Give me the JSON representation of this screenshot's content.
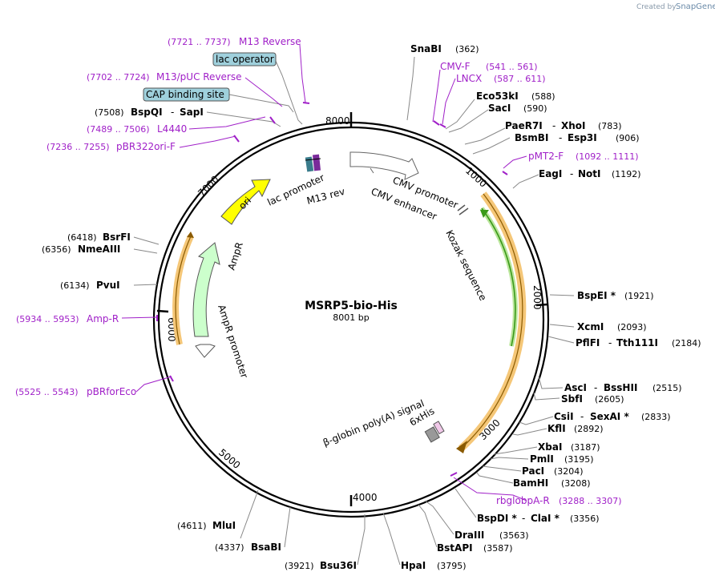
{
  "watermark": {
    "prefix": "Created by",
    "brand": "SnapGene"
  },
  "plasmid": {
    "name": "MSRP5-bio-His",
    "length": "8001 bp"
  },
  "ticks": {
    "t1000": "1000",
    "t2000": "2000",
    "t3000": "3000",
    "t4000": "4000",
    "t5000": "5000",
    "t6000": "6000",
    "t7000": "7000",
    "t8000": "8000"
  },
  "sites": {
    "snabi": {
      "name": "SnaBI",
      "pos": "(362)"
    },
    "eco53ki": {
      "name": "Eco53kI",
      "pos": "(588)"
    },
    "saci": {
      "name": "SacI",
      "pos": "(590)"
    },
    "paer7i": {
      "name": "PaeR7I",
      "sep": "-",
      "name2": "XhoI",
      "pos": "(783)"
    },
    "bsmbi": {
      "name": "BsmBI",
      "sep": "-",
      "name2": "Esp3I",
      "pos": "(906)"
    },
    "eagi": {
      "name": "EagI",
      "sep": "-",
      "name2": "NotI",
      "pos": "(1192)"
    },
    "bspei": {
      "name": "BspEI *",
      "pos": "(1921)"
    },
    "xcmi": {
      "name": "XcmI",
      "pos": "(2093)"
    },
    "pflfi": {
      "name": "PflFI",
      "sep": "-",
      "name2": "Tth111I",
      "pos": "(2184)"
    },
    "asci": {
      "name": "AscI",
      "sep": "-",
      "name2": "BssHII",
      "pos": "(2515)"
    },
    "sbfi": {
      "name": "SbfI",
      "pos": "(2605)"
    },
    "csii": {
      "name": "CsiI",
      "sep": "-",
      "name2": "SexAI *",
      "pos": "(2833)"
    },
    "kfli": {
      "name": "KflI",
      "pos": "(2892)"
    },
    "xbai": {
      "name": "XbaI",
      "pos": "(3187)"
    },
    "pmli": {
      "name": "PmlI",
      "pos": "(3195)"
    },
    "paci": {
      "name": "PacI",
      "pos": "(3204)"
    },
    "bamhi": {
      "name": "BamHI",
      "pos": "(3208)"
    },
    "bspdi": {
      "name": "BspDI *",
      "sep": "-",
      "name2": "ClaI *",
      "pos": "(3356)"
    },
    "draiii": {
      "name": "DraIII",
      "pos": "(3563)"
    },
    "bstapi": {
      "name": "BstAPI",
      "pos": "(3587)"
    },
    "hpai": {
      "name": "HpaI",
      "pos": "(3795)"
    },
    "bsu36i": {
      "name": "Bsu36I",
      "pos": "(3921)"
    },
    "bsabi": {
      "name": "BsaBI",
      "pos": "(4337)"
    },
    "mlui": {
      "name": "MluI",
      "pos": "(4611)"
    },
    "pvui": {
      "name": "PvuI",
      "pos": "(6134)"
    },
    "nmeaiii": {
      "name": "NmeAIII",
      "pos": "(6356)"
    },
    "bsrfi": {
      "name": "BsrFI",
      "pos": "(6418)"
    },
    "bspqi": {
      "name": "BspQI",
      "sep": "-",
      "name2": "SapI",
      "pos": "(7508)"
    }
  },
  "primers": {
    "m13rev": {
      "range": "(7721 .. 7737)",
      "name": "M13 Reverse"
    },
    "m13puc": {
      "range": "(7702 .. 7724)",
      "name": "M13/pUC Reverse"
    },
    "l4440": {
      "range": "(7489 .. 7506)",
      "name": "L4440"
    },
    "pbr322": {
      "range": "(7236 .. 7255)",
      "name": "pBR322ori-F"
    },
    "cmvf": {
      "name": "CMV-F",
      "range": "(541 .. 561)"
    },
    "lncx": {
      "name": "LNCX",
      "range": "(587 .. 611)"
    },
    "pmt2f": {
      "name": "pMT2-F",
      "range": "(1092 .. 1111)"
    },
    "rbglob": {
      "name": "rbglobpA-R",
      "range": "(3288 .. 3307)"
    },
    "ampr": {
      "range": "(5934 .. 5953)",
      "name": "Amp-R"
    },
    "pbrfor": {
      "range": "(5525 .. 5543)",
      "name": "pBRforEco"
    }
  },
  "boxed": {
    "lacop": "lac operator",
    "cap": "CAP binding site"
  },
  "features": {
    "cmvprom": "CMV promoter",
    "cmvenh": "CMV enhancer",
    "kozak": "Kozak sequence",
    "his": "6xHis",
    "globin": "β-globin poly(A) signal",
    "ori": "ori",
    "lacprom": "lac promoter",
    "m13rev": "M13 rev",
    "ampr": "AmpR",
    "amprprom": "AmpR promoter"
  },
  "colors": {
    "primer": "#a020c8",
    "boxfill": "#9fd0dc",
    "ori": "#ffff00",
    "ampr": "#ccffcc",
    "orange": "#f5c778",
    "green": "#3a9a1a"
  }
}
